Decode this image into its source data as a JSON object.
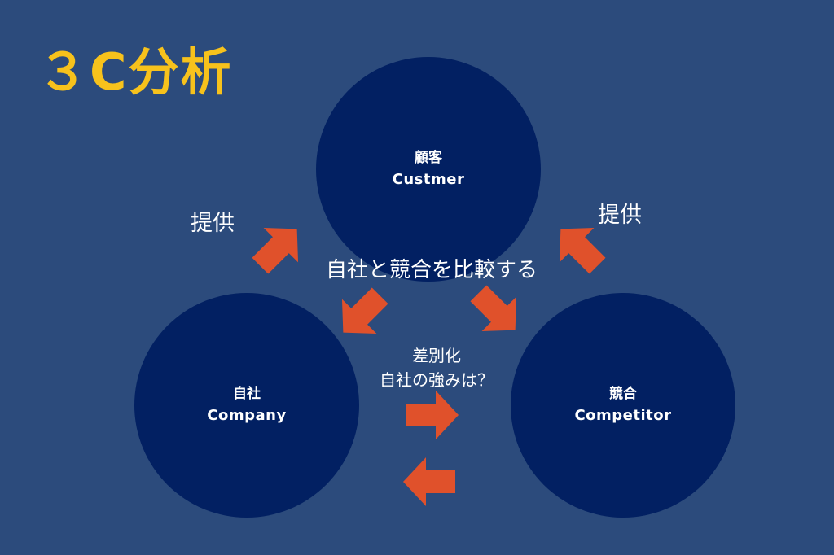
{
  "title": "３C分析",
  "colors": {
    "background": "#2c4b7c",
    "circle": "#022062",
    "arrow": "#e0512b",
    "title": "#f7c21c",
    "text": "#ffffff"
  },
  "circles": {
    "customer": {
      "jp": "顧客",
      "en": "Custmer"
    },
    "company": {
      "jp": "自社",
      "en": "Company"
    },
    "competitor": {
      "jp": "競合",
      "en": "Competitor"
    }
  },
  "labels": {
    "provide_left": "提供",
    "provide_right": "提供",
    "compare": "自社と競合を比較する",
    "differentiation": "差別化",
    "strengths": "自社の強みは？"
  }
}
